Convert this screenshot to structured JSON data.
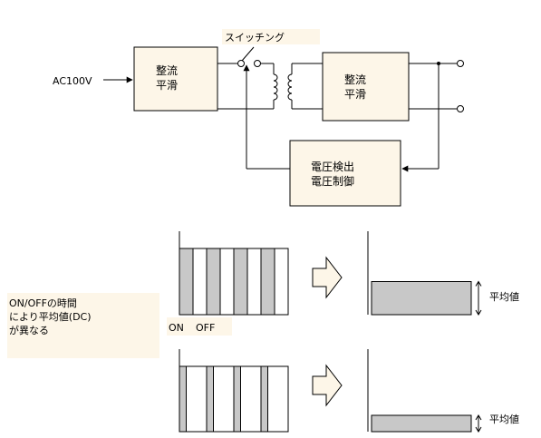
{
  "colors": {
    "block_fill": "#fdf6e8",
    "label_bg": "#fdf6e8",
    "pulse_gray": "#c8c8c8",
    "line": "#000000"
  },
  "circuit": {
    "input_label": "AC100V",
    "switch_label": "スイッチング",
    "rectifier1": {
      "line1": "整流",
      "line2": "平滑"
    },
    "rectifier2": {
      "line1": "整流",
      "line2": "平滑"
    },
    "controller": {
      "line1": "電圧検出",
      "line2": "電圧制御"
    }
  },
  "waveform": {
    "note": {
      "line1": "ON/OFFの時間",
      "line2": "により平均値(DC)",
      "line3": "が異なる"
    },
    "on_label": "ON",
    "off_label": "OFF",
    "average_label_top": "平均値",
    "average_label_bottom": "平均値",
    "top_duty": 0.5,
    "bottom_duty": 0.25
  }
}
